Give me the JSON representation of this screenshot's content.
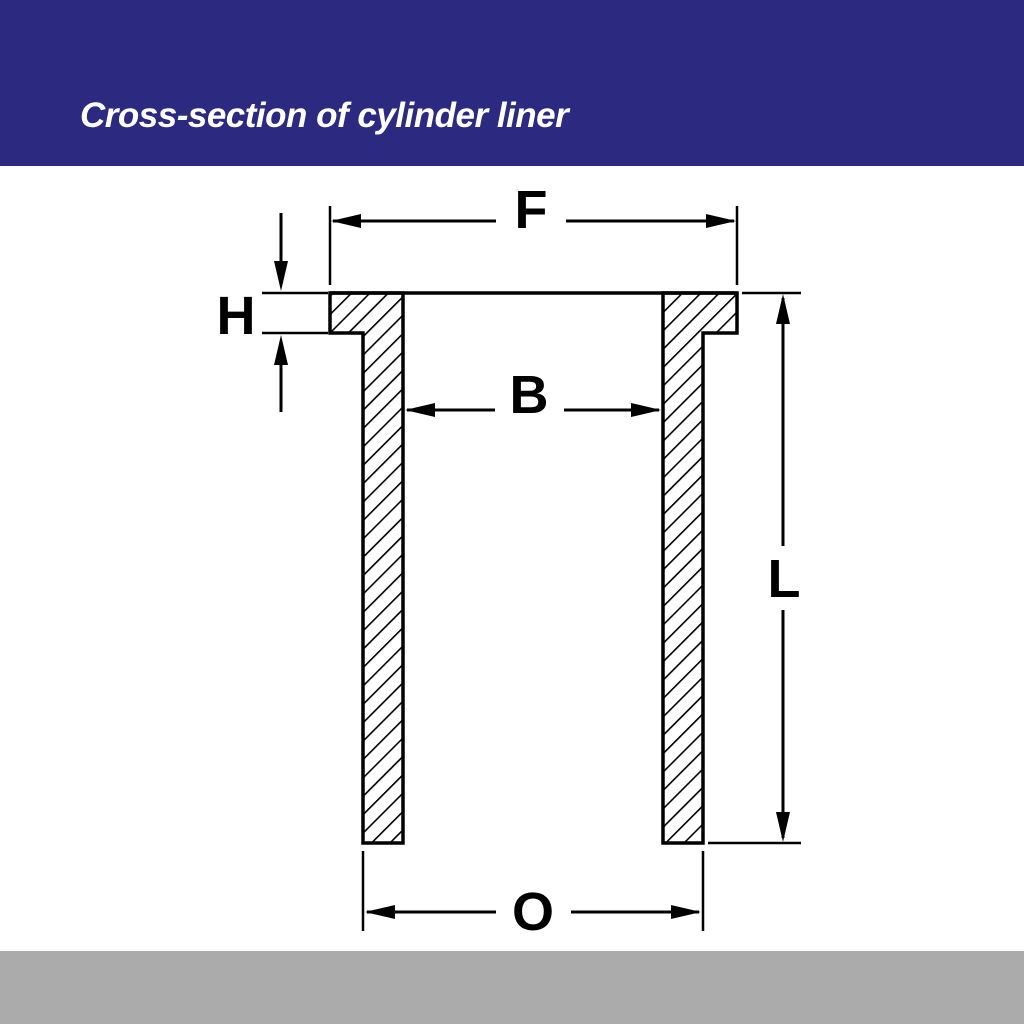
{
  "header": {
    "title": "Cross-section of cylinder liner",
    "bg_color": "#2B2A80",
    "text_color": "#FFFFFF"
  },
  "diagram": {
    "name": "cylinder-liner-cross-section",
    "line_color": "#000000",
    "hatch_style": "diagonal-45deg",
    "labels": {
      "flange_diameter": "F",
      "collar_height": "H",
      "bore_diameter": "B",
      "total_length": "L",
      "outer_diameter": "O"
    }
  },
  "footer": {
    "bg_color": "#ABABAB"
  }
}
